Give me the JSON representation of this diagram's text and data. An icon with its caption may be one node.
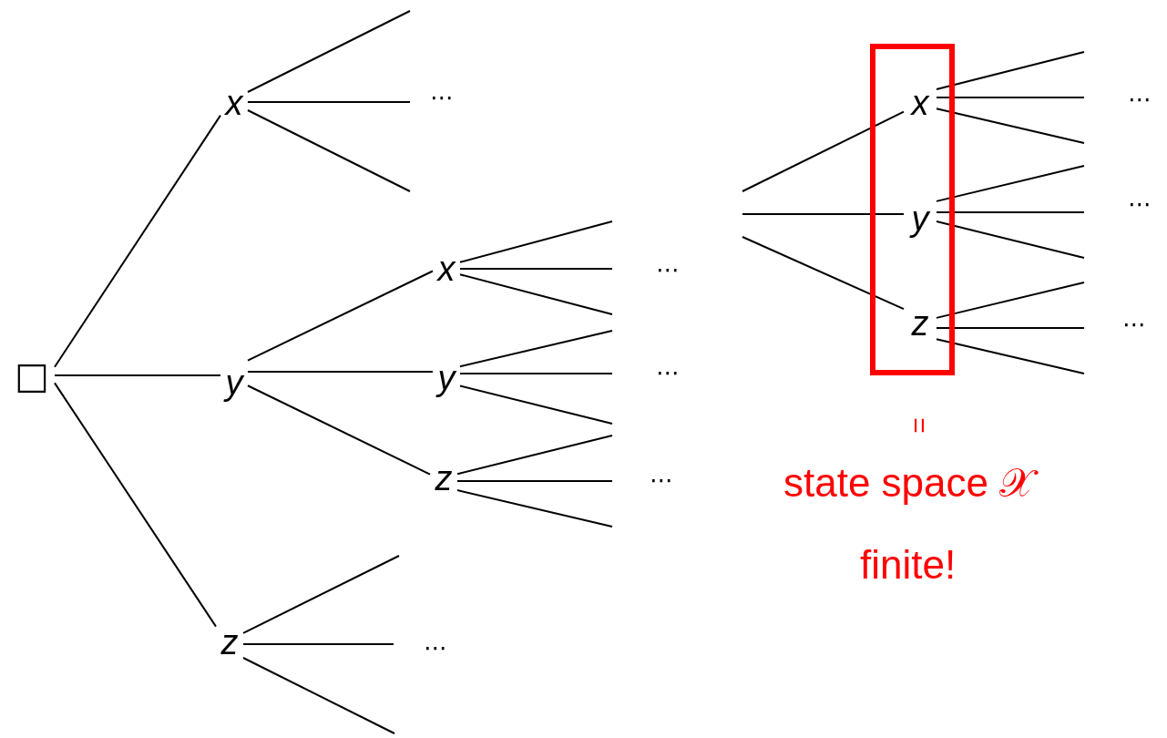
{
  "diagram": {
    "nodes": [
      {
        "text": [
          "□"
        ]
      },
      {
        "text": [
          "x"
        ]
      },
      {
        "text": [
          "y"
        ]
      },
      {
        "text": [
          "z"
        ]
      },
      {
        "text": [
          "x"
        ]
      },
      {
        "text": [
          "y"
        ]
      },
      {
        "text": [
          "z"
        ]
      },
      {
        "text": [],
        "shape": "box"
      },
      {
        "text": [
          "x"
        ],
        "in": 7
      },
      {
        "text": [
          "y"
        ],
        "in": 7
      },
      {
        "text": [
          "z"
        ],
        "in": 7
      }
    ],
    "edges": [
      {
        "from": 0,
        "to": 1,
        "arrow": "none"
      },
      {
        "from": 0,
        "to": 2,
        "arrow": "none"
      },
      {
        "from": 0,
        "to": 3,
        "arrow": "none"
      },
      {
        "from": 1,
        "to": null,
        "arrow": "none"
      },
      {
        "from": 1,
        "to": null,
        "arrow": "none"
      },
      {
        "from": 1,
        "to": null,
        "arrow": "none"
      },
      {
        "from": 2,
        "to": 4,
        "arrow": "none"
      },
      {
        "from": 2,
        "to": 5,
        "arrow": "none"
      },
      {
        "from": 2,
        "to": 6,
        "arrow": "none"
      },
      {
        "from": 3,
        "to": null,
        "arrow": "none"
      },
      {
        "from": 3,
        "to": null,
        "arrow": "none"
      },
      {
        "from": 3,
        "to": null,
        "arrow": "none"
      },
      {
        "from": 4,
        "to": null,
        "arrow": "none"
      },
      {
        "from": 4,
        "to": null,
        "arrow": "none"
      },
      {
        "from": 4,
        "to": null,
        "arrow": "none"
      },
      {
        "from": 5,
        "to": null,
        "arrow": "none"
      },
      {
        "from": 5,
        "to": null,
        "arrow": "none"
      },
      {
        "from": 5,
        "to": null,
        "arrow": "none"
      },
      {
        "from": 6,
        "to": null,
        "arrow": "none"
      },
      {
        "from": 6,
        "to": null,
        "arrow": "none"
      },
      {
        "from": 6,
        "to": null,
        "arrow": "none"
      },
      {
        "from": null,
        "to": 8,
        "arrow": "none"
      },
      {
        "from": null,
        "to": 9,
        "arrow": "none"
      },
      {
        "from": null,
        "to": 10,
        "arrow": "none"
      },
      {
        "from": 8,
        "to": null,
        "arrow": "none"
      },
      {
        "from": 8,
        "to": null,
        "arrow": "none"
      },
      {
        "from": 8,
        "to": null,
        "arrow": "none"
      },
      {
        "from": 9,
        "to": null,
        "arrow": "none"
      },
      {
        "from": 9,
        "to": null,
        "arrow": "none"
      },
      {
        "from": 9,
        "to": null,
        "arrow": "none"
      },
      {
        "from": 10,
        "to": null,
        "arrow": "none"
      },
      {
        "from": 10,
        "to": null,
        "arrow": "none"
      },
      {
        "from": 10,
        "to": null,
        "arrow": "none"
      }
    ],
    "labels": [
      "⋯",
      "⋯",
      "⋯",
      "⋯",
      "⋯",
      "⋯",
      "=",
      "⋯",
      "state space 𝒳",
      "finite!",
      "⋯"
    ]
  }
}
